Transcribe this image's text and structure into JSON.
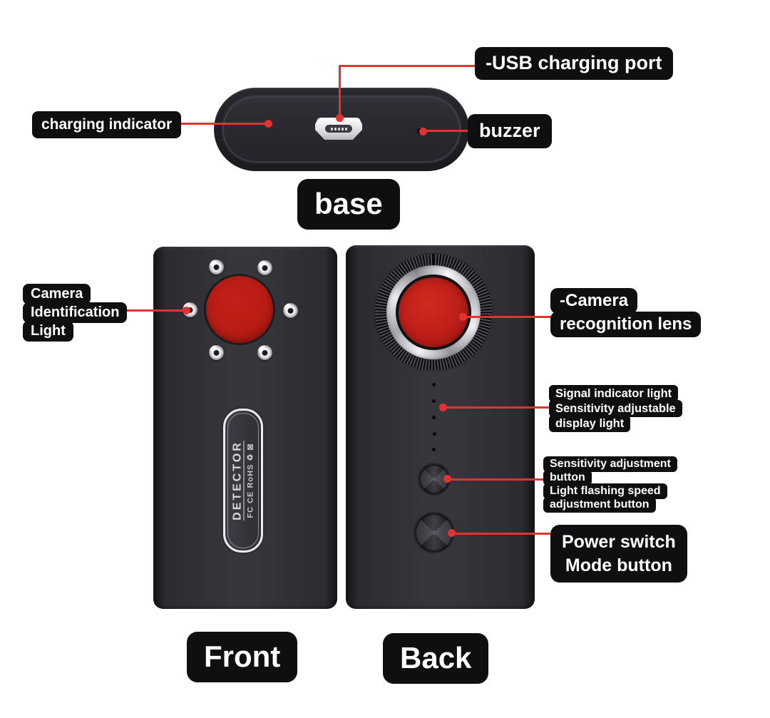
{
  "colors": {
    "background": "#ffffff",
    "accent_red": "#e23333",
    "lens_red": "#c1201a",
    "label_bg": "#0f0f12",
    "label_fg": "#ffffff",
    "device_body": "#2e2e34"
  },
  "base_view": {
    "title": "base",
    "usb_label": "-USB charging port",
    "charging_label": "charging indicator",
    "buzzer_label": "buzzer"
  },
  "front_view": {
    "title": "Front",
    "camera_light_lines": [
      "Camera",
      "Identification",
      "Light"
    ],
    "badge_text": "DETECTOR",
    "badge_certs": "FC CE RoHS ♻ ⊠"
  },
  "back_view": {
    "title": "Back",
    "lens_lines": [
      "-Camera",
      "recognition lens"
    ],
    "signal_lines": [
      "Signal indicator light",
      "Sensitivity adjustable",
      "display light"
    ],
    "sensitivity_lines": [
      "Sensitivity adjustment",
      "button",
      "Light flashing speed",
      "adjustment button"
    ],
    "power_lines": [
      "Power switch",
      "Mode button"
    ]
  }
}
